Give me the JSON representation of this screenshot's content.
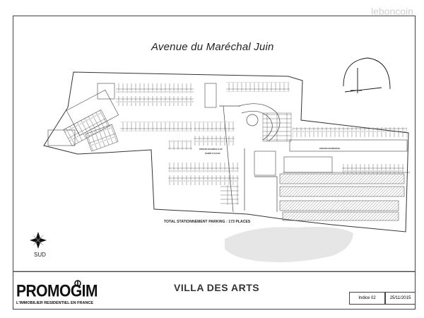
{
  "watermark": "leboncoin",
  "plan": {
    "street_name": "Avenue du Maréchal Juin",
    "total_parking": "TOTAL STATIONNEMENT PARKING : 173 PLACES",
    "compass_label": "SUD",
    "zone_label_1": "PARKING BUSINESS & HP",
    "zone_label_2": "PARKING RESIDENTIEL",
    "zone_label_3": "RAMPE D'ACCES"
  },
  "title_block": {
    "company_name": "PROMOGIM",
    "company_tagline": "L'IMMOBILIER RESIDENTIEL EN FRANCE",
    "project_name": "VILLA DES ARTS",
    "revision": "Indice 02",
    "date": "25/11/2015"
  },
  "colors": {
    "line": "#333333",
    "hatch": "#555555",
    "smudge": "#e4e4e4"
  }
}
